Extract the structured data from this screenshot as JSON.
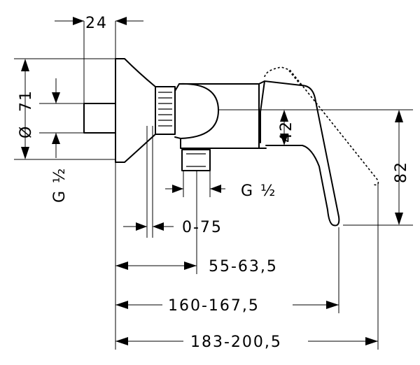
{
  "dimensions": {
    "d24": "24",
    "d71": "71",
    "diameter_symbol": "Ø",
    "g_half_left": "G ½",
    "g_half_bottom": "G ½",
    "d42": "42",
    "d82": "82",
    "d0_75": "0-75",
    "d55_63_5": "55-63,5",
    "d160_167_5": "160-167,5",
    "d183_200_5": "183-200,5"
  }
}
